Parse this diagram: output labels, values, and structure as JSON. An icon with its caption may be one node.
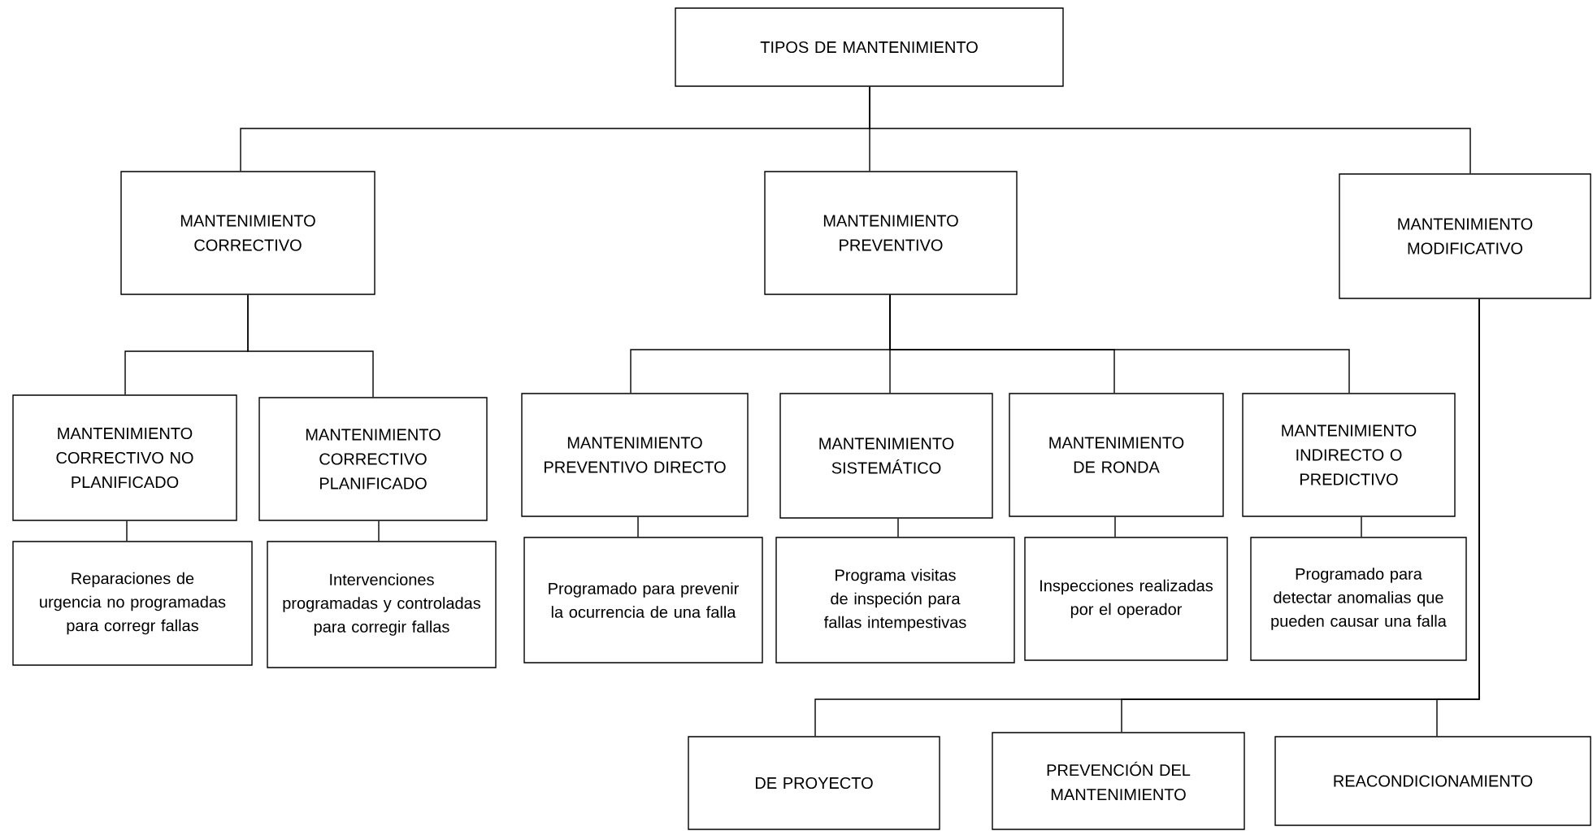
{
  "diagram": {
    "nodes": [
      {
        "text": [
          "TIPOS DE MANTENIMIENTO"
        ]
      },
      {
        "text": [
          "MANTENIMIENTO CORRECTIVO"
        ]
      },
      {
        "text": [
          "MANTENIMIENTO PREVENTIVO"
        ]
      },
      {
        "text": [
          "MANTENIMIENTO MODIFICATIVO"
        ]
      },
      {
        "text": [
          "MANTENIMIENTO CORRECTIVO NO PLANIFICADO"
        ]
      },
      {
        "text": [
          "MANTENIMIENTO CORRECTIVO PLANIFICADO"
        ]
      },
      {
        "text": [
          "MANTENIMIENTO PREVENTIVO DIRECTO"
        ]
      },
      {
        "text": [
          "MANTENIMIENTO SISTEMÁTICO"
        ]
      },
      {
        "text": [
          "MANTENIMIENTO DE RONDA"
        ]
      },
      {
        "text": [
          "MANTENIMIENTO INDIRECTO O PREDICTIVO"
        ]
      },
      {
        "text": [
          "Reparaciones de urgencia no programadas para corregr fallas"
        ]
      },
      {
        "text": [
          "Intervenciones programadas y controladas para corregir fallas"
        ]
      },
      {
        "text": [
          "Programado para prevenir la ocurrencia de una falla"
        ]
      },
      {
        "text": [
          "Programa visitas de inspeción para fallas intempestivas"
        ]
      },
      {
        "text": [
          "Inspecciones realizadas por el operador"
        ]
      },
      {
        "text": [
          "Programado para detectar anomalias que pueden causar una falla"
        ]
      },
      {
        "text": [
          "DE PROYECTO"
        ]
      },
      {
        "text": [
          "PREVENCIÓN DEL MANTENIMIENTO"
        ]
      },
      {
        "text": [
          "REACONDICIONAMIENTO"
        ]
      }
    ],
    "edges": [
      {
        "from": 0,
        "to": 1,
        "arrow": "none"
      },
      {
        "from": 0,
        "to": 2,
        "arrow": "none"
      },
      {
        "from": 0,
        "to": 3,
        "arrow": "none"
      },
      {
        "from": 1,
        "to": 4,
        "arrow": "none"
      },
      {
        "from": 1,
        "to": 5,
        "arrow": "none"
      },
      {
        "from": 2,
        "to": 6,
        "arrow": "none"
      },
      {
        "from": 2,
        "to": 7,
        "arrow": "none"
      },
      {
        "from": 2,
        "to": 8,
        "arrow": "none"
      },
      {
        "from": 2,
        "to": 9,
        "arrow": "none"
      },
      {
        "from": 3,
        "to": 16,
        "arrow": "none"
      },
      {
        "from": 3,
        "to": 17,
        "arrow": "none"
      },
      {
        "from": 3,
        "to": 18,
        "arrow": "none"
      },
      {
        "from": 4,
        "to": 10,
        "arrow": "none"
      },
      {
        "from": 5,
        "to": 11,
        "arrow": "none"
      },
      {
        "from": 6,
        "to": 12,
        "arrow": "none"
      },
      {
        "from": 7,
        "to": 13,
        "arrow": "none"
      },
      {
        "from": 8,
        "to": 14,
        "arrow": "none"
      },
      {
        "from": 9,
        "to": 15,
        "arrow": "none"
      }
    ]
  }
}
